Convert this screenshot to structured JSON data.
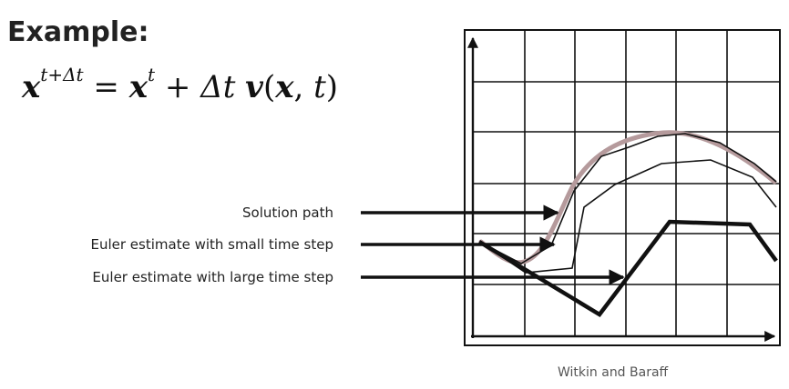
{
  "heading": "Example:",
  "equation": {
    "lhs_var": "x",
    "lhs_sup": "t+Δt",
    "eq": "=",
    "rhs_var": "x",
    "rhs_sup": "t",
    "plus": "+",
    "step": "Δt",
    "func": "v",
    "args_open": "(",
    "arg_x": "x",
    "comma": ", ",
    "arg_t": "t",
    "args_close": ")"
  },
  "labels": {
    "solution": "Solution path",
    "small_step": "Euler estimate with small time step",
    "large_step": "Euler estimate with large time step"
  },
  "credit": "Witkin and Baraff",
  "colors": {
    "solution_path": "#b59a9c",
    "lines": "#111111",
    "grid": "#111111"
  }
}
